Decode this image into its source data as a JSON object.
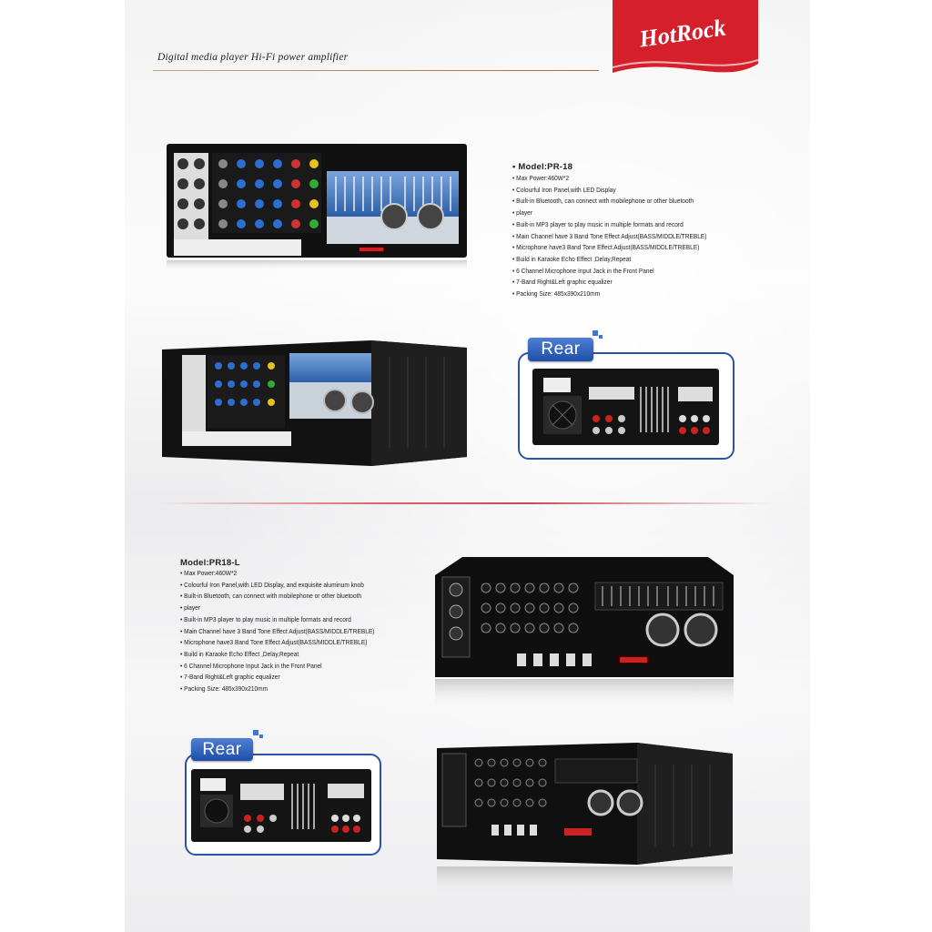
{
  "brand": {
    "logo_text": "HotRock",
    "accent": "#d5202c"
  },
  "headline": "Digital media player Hi-Fi power amplifier",
  "products": [
    {
      "model": "• Model:PR-18",
      "features": [
        "Max Power:460W*2",
        "Colourful Iron Panel,with LED Display",
        "Built-in Bluetooth, can connect with mobilephone or other bluetooth",
        "player",
        "Built-in MP3 player to play music in multiple formats and record",
        "Main Channel have 3 Band Tone Effect Adjust(BASS/MIDDLE/TREBLE)",
        "Microphone have3 Band Tone Effect Adjust(BASS/MIDDLE/TREBLE)",
        "Build in Karaoke Echo Effect ,Delay,Repeat",
        "6 Channel Microphone Input Jack in the Front Panel",
        "7-Band Right&Left graphic equalizer",
        "Packing Size: 485x390x210mm"
      ],
      "rear_label": "Rear"
    },
    {
      "model": "Model:PR18-L",
      "features": [
        "Max Power:460W*2",
        "Colourful Iron Panel,with LED Display, and exquisite aluminum knob",
        "Built-in Bluetooth, can connect with mobilephone or other bluetooth",
        "player",
        "Built-in MP3 player to play music in multiple formats and record",
        "Main Channel have 3 Band Tone Effect Adjust(BASS/MIDDLE/TREBLE)",
        "Microphone have3 Band Tone Effect Adjust(BASS/MIDDLE/TREBLE)",
        "Build in Karaoke Echo Effect ,Delay,Repeat",
        "6 Channel Microphone Input Jack in the Front Panel",
        "7-Band Right&Left graphic equalizer",
        "Packing Size: 485x390x210mm"
      ],
      "rear_label": "Rear"
    }
  ]
}
